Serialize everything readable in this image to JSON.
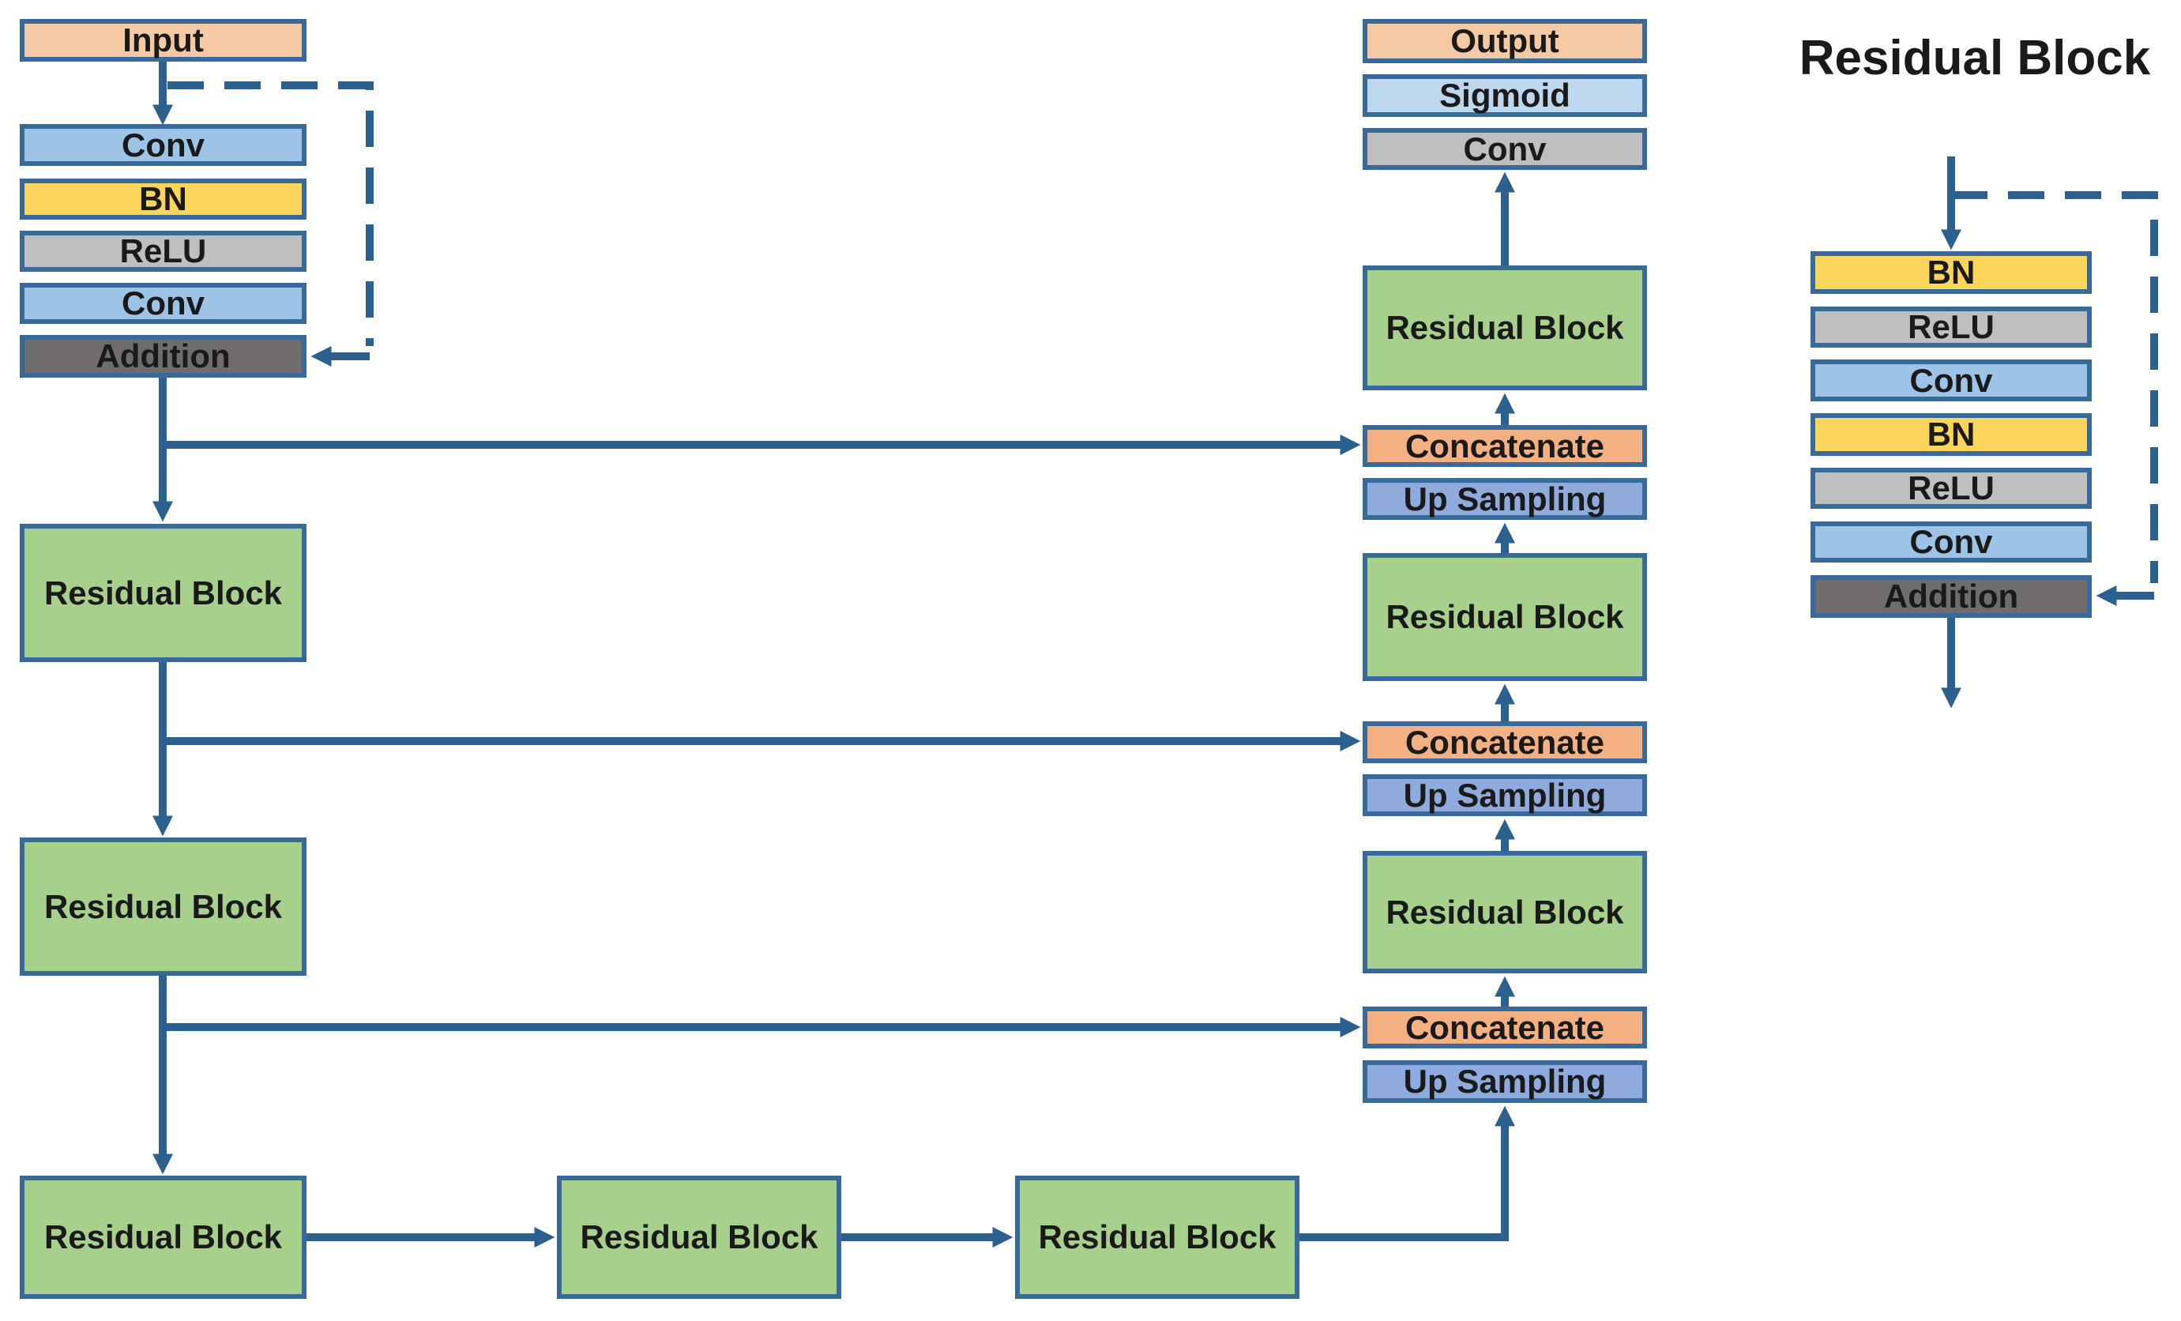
{
  "colors": {
    "input": "#F6C9A5",
    "conv": "#9DC3E6",
    "bn": "#FBD45C",
    "relu": "#BFBFBF",
    "addition": "#716C6C",
    "residual": "#A8D08D",
    "concat": "#F3B183",
    "upsampling": "#8FAADC",
    "sigmoid": "#BDD7EE",
    "border": "#38699B",
    "line": "#2B608F",
    "text": "#1A1A1A"
  },
  "nodes": {
    "input": "Input",
    "enc_conv1": "Conv",
    "enc_bn": "BN",
    "enc_relu": "ReLU",
    "enc_conv2": "Conv",
    "enc_addition": "Addition",
    "enc_rb1": "Residual Block",
    "enc_rb2": "Residual Block",
    "enc_rb3": "Residual Block",
    "bridge_rb1": "Residual Block",
    "bridge_rb2": "Residual Block",
    "output": "Output",
    "sigmoid": "Sigmoid",
    "out_conv": "Conv",
    "dec_rb1": "Residual Block",
    "concat1": "Concatenate",
    "upsamp1": "Up Sampling",
    "dec_rb2": "Residual Block",
    "concat2": "Concatenate",
    "upsamp2": "Up Sampling",
    "dec_rb3": "Residual Block",
    "concat3": "Concatenate",
    "upsamp3": "Up Sampling"
  },
  "legend": {
    "title": "Residual Block",
    "bn1": "BN",
    "relu1": "ReLU",
    "conv1": "Conv",
    "bn2": "BN",
    "relu2": "ReLU",
    "conv2": "Conv",
    "addition": "Addition"
  }
}
